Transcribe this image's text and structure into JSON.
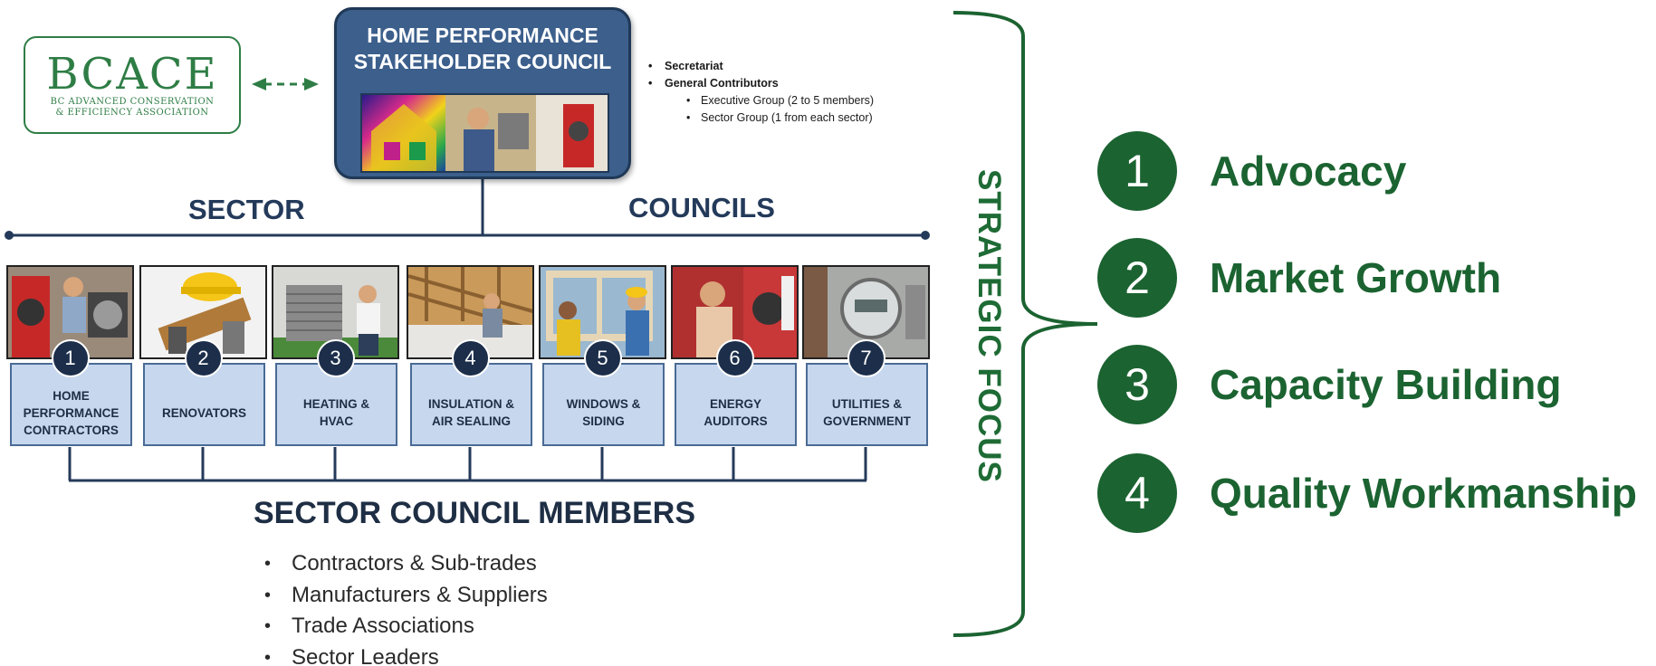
{
  "logo": {
    "acronym": "BCACE",
    "line1": "BC ADVANCED CONSERVATION",
    "line2": "& EFFICIENCY ASSOCIATION"
  },
  "council": {
    "title_line1": "HOME PERFORMANCE",
    "title_line2": "STAKEHOLDER COUNCIL"
  },
  "notes": {
    "secretariat": "Secretariat",
    "general": "General Contributors",
    "executive": "Executive Group (2 to 5 members)",
    "sector": "Sector Group (1 from each sector)"
  },
  "headings": {
    "sector": "SECTOR",
    "councils": "COUNCILS"
  },
  "sectors": [
    {
      "num": "1",
      "line1": "HOME",
      "line2": "PERFORMANCE",
      "line3": "CONTRACTORS"
    },
    {
      "num": "2",
      "line1": "RENOVATORS",
      "line2": "",
      "line3": ""
    },
    {
      "num": "3",
      "line1": "HEATING &",
      "line2": "HVAC",
      "line3": ""
    },
    {
      "num": "4",
      "line1": "INSULATION &",
      "line2": "AIR SEALING",
      "line3": ""
    },
    {
      "num": "5",
      "line1": "WINDOWS &",
      "line2": "SIDING",
      "line3": ""
    },
    {
      "num": "6",
      "line1": "ENERGY",
      "line2": "AUDITORS",
      "line3": ""
    },
    {
      "num": "7",
      "line1": "UTILITIES &",
      "line2": "GOVERNMENT",
      "line3": ""
    }
  ],
  "members": {
    "title": "SECTOR COUNCIL MEMBERS",
    "items": [
      "Contractors & Sub-trades",
      "Manufacturers & Suppliers",
      "Trade Associations",
      "Sector Leaders"
    ]
  },
  "strategic": {
    "label": "STRATEGIC FOCUS",
    "items": [
      {
        "num": "1",
        "label": "Advocacy"
      },
      {
        "num": "2",
        "label": "Market Growth"
      },
      {
        "num": "3",
        "label": "Capacity Building"
      },
      {
        "num": "4",
        "label": "Quality Workmanship"
      }
    ]
  },
  "colors": {
    "green": "#1b6331",
    "navy": "#1c2e4a",
    "council_blue": "#3c5f8c",
    "label_blue": "#c6d7ee"
  }
}
